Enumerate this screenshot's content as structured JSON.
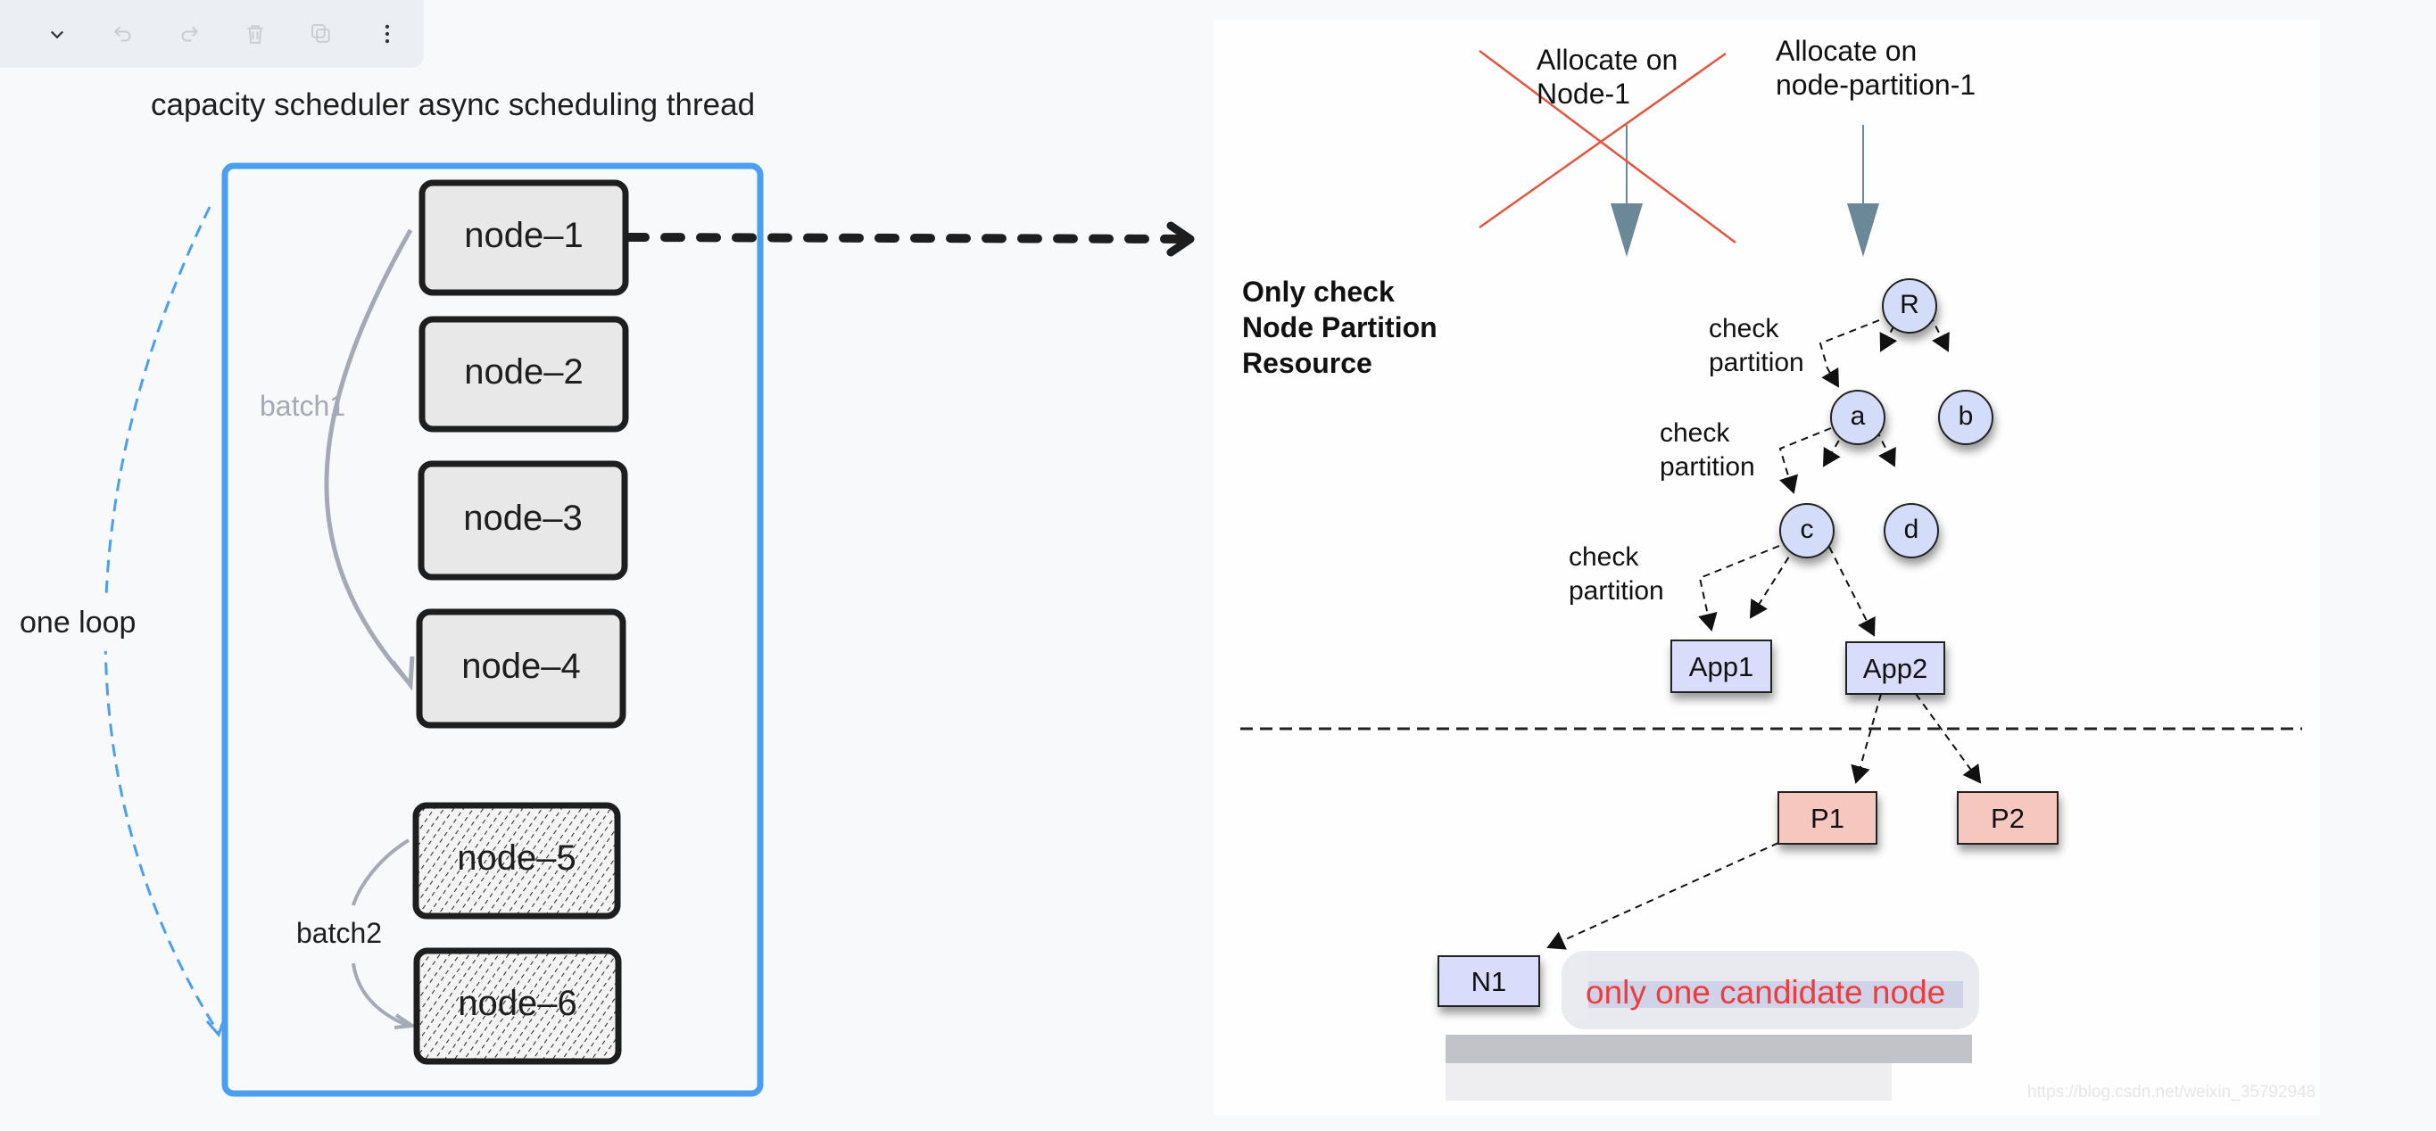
{
  "toolbar": {
    "buttons": [
      {
        "name": "collapse",
        "icon": "chevron-down-icon",
        "enabled": true
      },
      {
        "name": "undo",
        "icon": "undo-icon",
        "enabled": false
      },
      {
        "name": "redo",
        "icon": "redo-icon",
        "enabled": false
      },
      {
        "name": "delete",
        "icon": "trash-icon",
        "enabled": false
      },
      {
        "name": "duplicate",
        "icon": "copy-icon",
        "enabled": false
      },
      {
        "name": "more",
        "icon": "more-vertical-icon",
        "enabled": true
      }
    ]
  },
  "left_diagram": {
    "title": "capacity scheduler async scheduling thread",
    "loop_label": "one loop",
    "batch1_label": "batch1",
    "batch2_label": "batch2",
    "nodes": [
      "node–1",
      "node–2",
      "node–3",
      "node–4",
      "node–5",
      "node–6"
    ],
    "colors": {
      "container": "#4a9ff0",
      "loop_arrow": "#4a9ff0",
      "batch_arrow": "#a3aab5",
      "node_fill": "#e8e8e8",
      "node_border": "#1e1e1e"
    }
  },
  "right_image": {
    "allocate_node_label_1": "Allocate on",
    "allocate_node_label_2": "Node-1",
    "allocate_partition_label_1": "Allocate on",
    "allocate_partition_label_2": "node-partition-1",
    "note_lines": [
      "Only check",
      "Node Partition",
      "Resource"
    ],
    "check_label_1": "check",
    "check_label_2": "partition",
    "tree_nodes": {
      "R": "R",
      "a": "a",
      "b": "b",
      "c": "c",
      "d": "d"
    },
    "apps": [
      "App1",
      "App2"
    ],
    "partitions": [
      "P1",
      "P2"
    ],
    "node_n1": "N1",
    "candidate_note": "only one candidate node",
    "watermark": "https://blog.csdn.net/weixin_35792948",
    "colors": {
      "circle_fill": "#d3dcf8",
      "app_fill": "#d9dcfb",
      "partition_fill": "#f5c7be",
      "cross": "#e2553f",
      "arrow": "#6b8898",
      "note": "#ee3b3b"
    }
  }
}
